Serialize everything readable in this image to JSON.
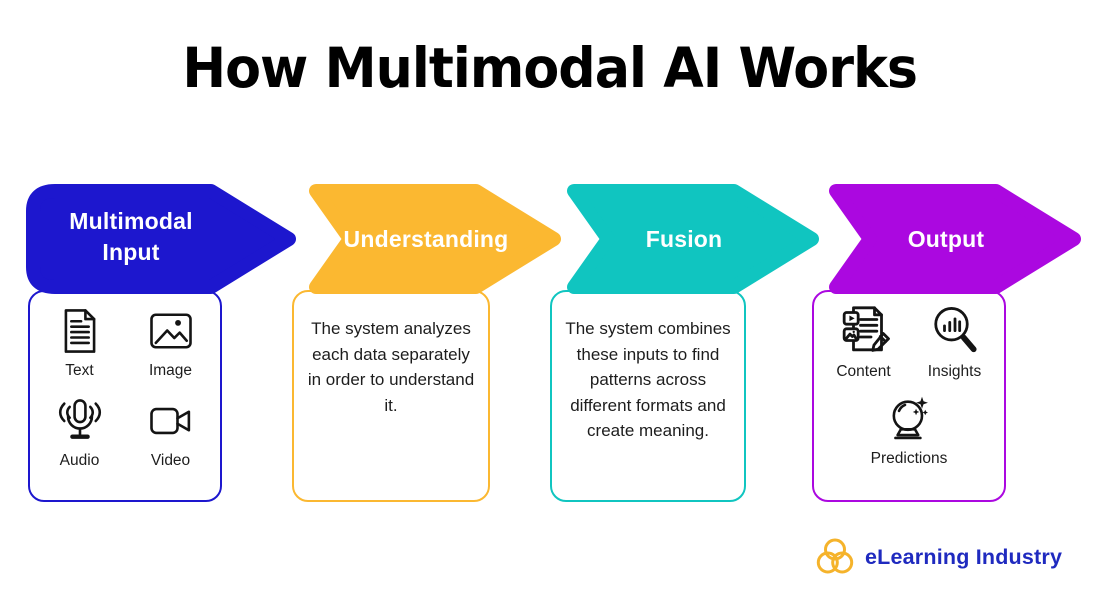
{
  "title": "How Multimodal AI Works",
  "steps": [
    {
      "label": "Multimodal Input",
      "color": "#1d17ce",
      "items": [
        {
          "label": "Text",
          "icon": "text-document-icon"
        },
        {
          "label": "Image",
          "icon": "image-icon"
        },
        {
          "label": "Audio",
          "icon": "microphone-icon"
        },
        {
          "label": "Video",
          "icon": "video-camera-icon"
        }
      ]
    },
    {
      "label": "Understanding",
      "color": "#fbb831",
      "description": "The system analyzes each data separately in order to understand it."
    },
    {
      "label": "Fusion",
      "color": "#10c5c0",
      "description": "The system combines these inputs to find patterns across different formats and create meaning."
    },
    {
      "label": "Output",
      "color": "#ab08e0",
      "items": [
        {
          "label": "Content",
          "icon": "content-document-icon"
        },
        {
          "label": "Insights",
          "icon": "insights-magnifier-icon"
        },
        {
          "label": "Predictions",
          "icon": "crystal-ball-icon"
        }
      ]
    }
  ],
  "footer": {
    "logo_text": "eLearning Industry",
    "logo_text_color": "#1f2abf",
    "logo_mark_color": "#f5b32b"
  }
}
